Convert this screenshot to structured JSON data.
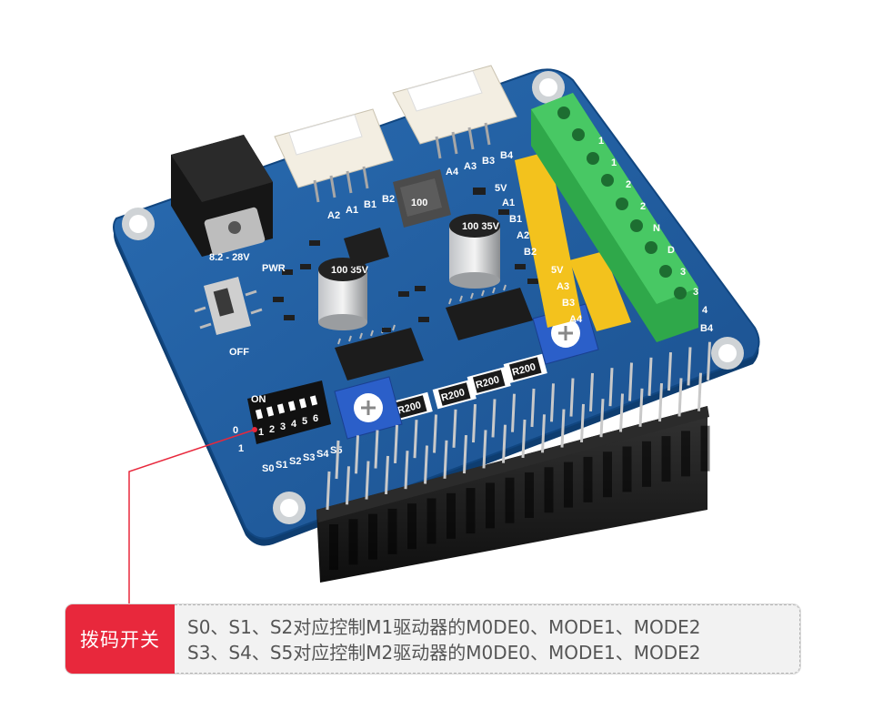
{
  "board": {
    "power_label": "8.2 - 28V",
    "pwr_label": "PWR",
    "off_label": "OFF",
    "on_label": "ON",
    "dip_zero": "0",
    "dip_one": "1",
    "dip_numbers": [
      "1",
      "2",
      "3",
      "4",
      "5",
      "6"
    ],
    "dip_switch_labels": [
      "S0",
      "S1",
      "S2",
      "S3",
      "S4",
      "S5"
    ],
    "connector_left_labels": [
      "A2",
      "A1",
      "B1",
      "B2"
    ],
    "connector_right_labels": [
      "A4",
      "A3",
      "B3",
      "B4"
    ],
    "header_top_labels": [
      "5V",
      "A1",
      "B1",
      "A2",
      "B2"
    ],
    "header_bottom_labels": [
      "5V",
      "A3",
      "B3",
      "A4"
    ],
    "terminal_labels": [
      "1",
      "1",
      "2",
      "2",
      "N",
      "D",
      "3",
      "3",
      "4",
      "B4"
    ],
    "inductor_label": "100",
    "capacitor_label": "100\n35V",
    "resistor_label": "R200"
  },
  "caption": {
    "tag": "拨码开关",
    "line1": "S0、S1、S2对应控制M1驱动器的M0DE0、MODE1、MODE2",
    "line2": "S3、S4、S5对应控制M2驱动器的M0DE0、MODE1、MODE2"
  },
  "colors": {
    "pcb": "#1e5c9c",
    "pcb_edge": "#0f3f75",
    "terminal": "#3fbf5a",
    "header_pins": "#f0c020",
    "connector": "#f2ece0",
    "accent": "#e8283c"
  }
}
